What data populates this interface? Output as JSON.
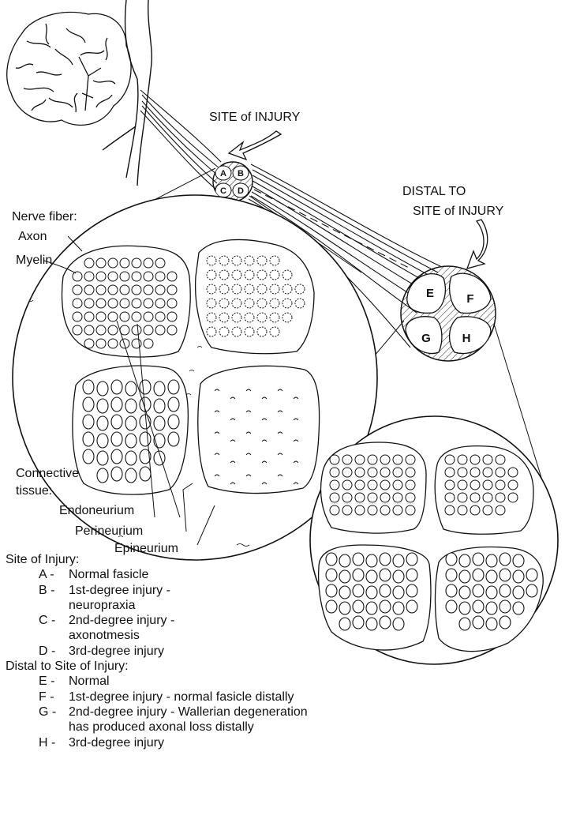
{
  "labels": {
    "site_of_injury": "SITE of INJURY",
    "distal_line1": "DISTAL TO",
    "distal_line2": "SITE of INJURY",
    "nerve_fiber": "Nerve fiber:",
    "axon": "Axon",
    "myelin": "Myelin",
    "connective_line1": "Connective",
    "connective_line2": "tissue:",
    "endoneurium": "Endoneurium",
    "perineurium": "Perineurium",
    "epineurium": "Epineurium"
  },
  "fascicle_letters": {
    "small": [
      "A",
      "B",
      "C",
      "D"
    ],
    "large": [
      "E",
      "F",
      "G",
      "H"
    ]
  },
  "legend": {
    "site_heading": "Site of Injury:",
    "site_items": [
      {
        "letter": "A -",
        "lines": [
          "Normal fasicle"
        ]
      },
      {
        "letter": "B -",
        "lines": [
          "1st-degree injury -",
          "neuropraxia"
        ]
      },
      {
        "letter": "C -",
        "lines": [
          "2nd-degree injury -",
          "axonotmesis"
        ]
      },
      {
        "letter": "D -",
        "lines": [
          "3rd-degree injury"
        ]
      }
    ],
    "distal_heading": "Distal to Site of Injury:",
    "distal_items": [
      {
        "letter": "E -",
        "lines": [
          "Normal"
        ]
      },
      {
        "letter": "F -",
        "lines": [
          "1st-degree injury - normal fasicle distally"
        ]
      },
      {
        "letter": "G -",
        "lines": [
          "2nd-degree injury - Wallerian degeneration",
          "has produced axonal loss distally"
        ]
      },
      {
        "letter": "H -",
        "lines": [
          "3rd-degree injury"
        ]
      }
    ]
  }
}
